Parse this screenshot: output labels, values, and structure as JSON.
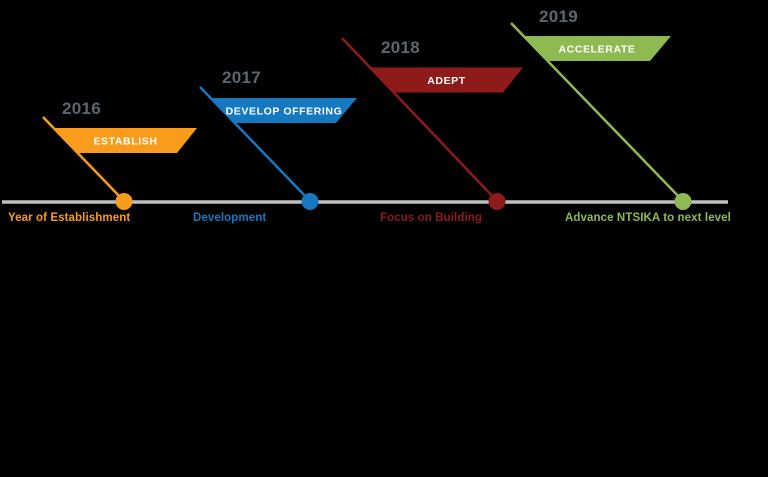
{
  "background_color": "#000000",
  "timeline": {
    "line_color": "#BFBFBF"
  },
  "styles": {
    "year_text_color": "#5B6770",
    "banner_text_color": "#FFFFFF"
  },
  "milestones": [
    {
      "year": "2016",
      "banner": "ESTABLISH",
      "label": "Year of Establishment",
      "color": "#F99C1B"
    },
    {
      "year": "2017",
      "banner": "DEVELOP OFFERING",
      "label": "Development",
      "color": "#1678BE"
    },
    {
      "year": "2018",
      "banner": "ADEPT",
      "label": "Focus on Building",
      "color": "#8E1B1A"
    },
    {
      "year": "2019",
      "banner": "ACCELERATE",
      "label": "Advance NTSIKA to next level",
      "color": "#8FBA52"
    }
  ]
}
